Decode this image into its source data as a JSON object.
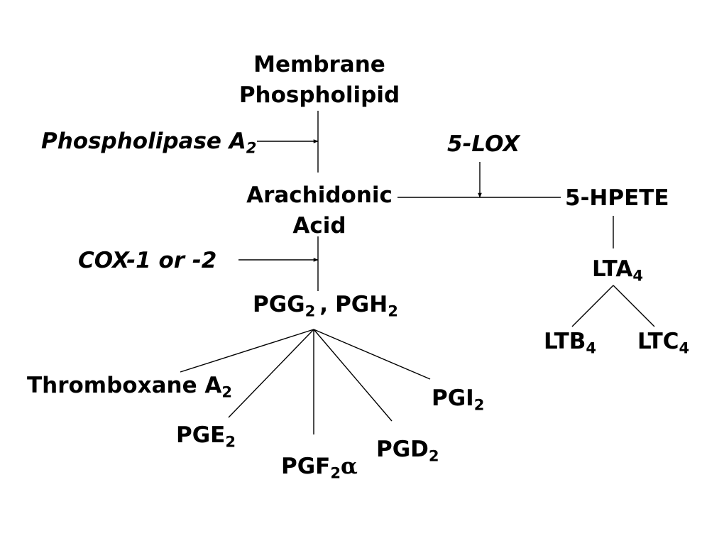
{
  "nodes": {
    "membrane": {
      "line1": "Membrane",
      "line2": "Phospholipid"
    },
    "arachidonic": {
      "line1": "Arachidonic",
      "line2": "Acid"
    },
    "pgg": {
      "base": "PGG",
      "sub": "2"
    },
    "sep": ",",
    "pgh": {
      "base": "PGH",
      "sub": "2"
    },
    "hpete": "5-HPETE",
    "lta": {
      "base": "LTA",
      "sub": "4"
    },
    "ltb": {
      "base": "LTB",
      "sub": "4"
    },
    "ltc": {
      "base": "LTC",
      "sub": "4"
    },
    "thromboxane": {
      "base": "Thromboxane A",
      "sub": "2"
    },
    "pge": {
      "base": "PGE",
      "sub": "2"
    },
    "pgf": {
      "base": "PGF",
      "sub": "2",
      "suffix": "α"
    },
    "pgd": {
      "base": "PGD",
      "sub": "2"
    },
    "pgi": {
      "base": "PGI",
      "sub": "2"
    }
  },
  "enzymes": {
    "phospholipase": {
      "base": "Phospholipase A",
      "sub": "2"
    },
    "lox": "5-LOX",
    "cox": "COX-1 or -2"
  },
  "colors": {
    "text": "#000000",
    "line": "#000000",
    "background": "#ffffff"
  }
}
